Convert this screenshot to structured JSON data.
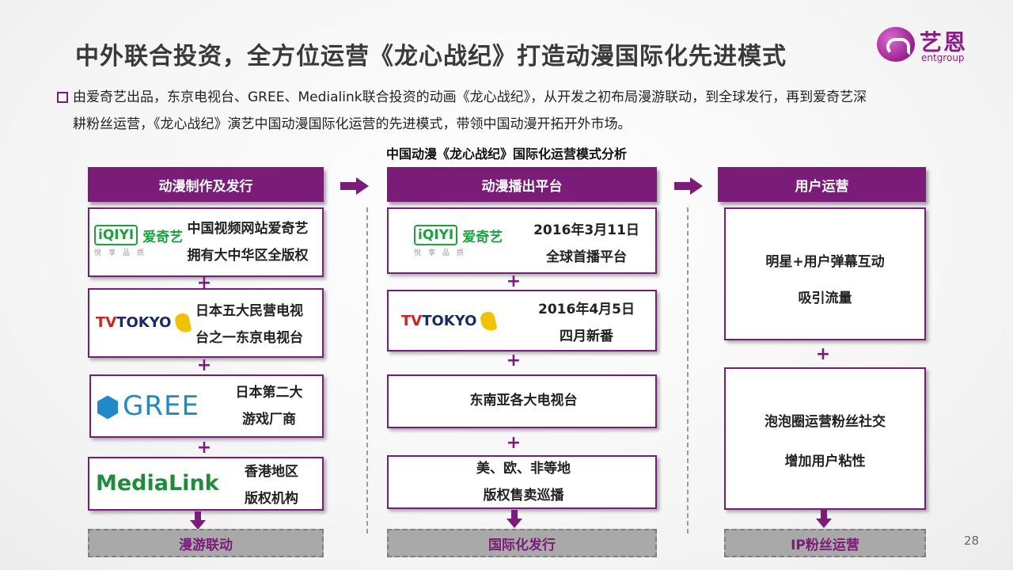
{
  "title": "中外联合投资，全方位运营《龙心战纪》打造动漫国际化先进模式",
  "logo": {
    "cn": "艺恩",
    "en": "entgroup"
  },
  "intro": {
    "line1": "由爱奇艺出品，东京电视台、GREE、Medialink联合投资的动画《龙心战纪》，从开发之初布局漫游联动，到全球发行，再到爱奇艺深",
    "line2": "耕粉丝运营，《龙心战纪》演艺中国动漫国际化运营的先进模式，带领中国动漫开拓开外市场。"
  },
  "subtitle": "中国动漫《龙心战纪》国际化运营模式分析",
  "columns": [
    {
      "header": "动漫制作及发行",
      "footer": "漫游联动",
      "boxes": [
        {
          "logo": "iqiyi",
          "lines": [
            "中国视频网站爱奇艺",
            "拥有大中华区全版权"
          ]
        },
        {
          "logo": "tvtokyo",
          "lines": [
            "日本五大民营电视",
            "台之一东京电视台"
          ]
        },
        {
          "logo": "gree",
          "lines": [
            "日本第二大",
            "游戏厂商"
          ]
        },
        {
          "logo": "medialink",
          "lines": [
            "香港地区",
            "版权机构"
          ]
        }
      ]
    },
    {
      "header": "动漫播出平台",
      "footer": "国际化发行",
      "boxes": [
        {
          "logo": "iqiyi",
          "lines": [
            "2016年3月11日",
            "全球首播平台"
          ]
        },
        {
          "logo": "tvtokyo",
          "lines": [
            "2016年4月5日",
            "四月新番"
          ]
        },
        {
          "logo": "",
          "lines": [
            "东南亚各大电视台"
          ]
        },
        {
          "logo": "",
          "lines": [
            "美、欧、非等地",
            "版权售卖巡播"
          ]
        }
      ]
    },
    {
      "header": "用户运营",
      "footer": "IP粉丝运营",
      "boxes": [
        {
          "logo": "",
          "lines": [
            "明星+用户弹幕互动",
            "吸引流量"
          ]
        },
        {
          "logo": "",
          "lines": [
            "泡泡圈运营粉丝社交",
            "增加用户粘性"
          ]
        }
      ]
    }
  ],
  "logos": {
    "iqiyi_mark": "iQIYI",
    "iqiyi_cn": "爱奇艺",
    "iqiyi_sub": "悦享品质",
    "tv_a": "TV",
    "tv_b": "TOKYO",
    "gree": "GREE",
    "medialink": "MediaLink"
  },
  "plus": "+",
  "page_number": "28",
  "colors": {
    "accent": "#7b1c79",
    "footer_bg": "#a9a9a9",
    "iqiyi_green": "#18a43c",
    "gree_blue": "#1e8bc8"
  }
}
